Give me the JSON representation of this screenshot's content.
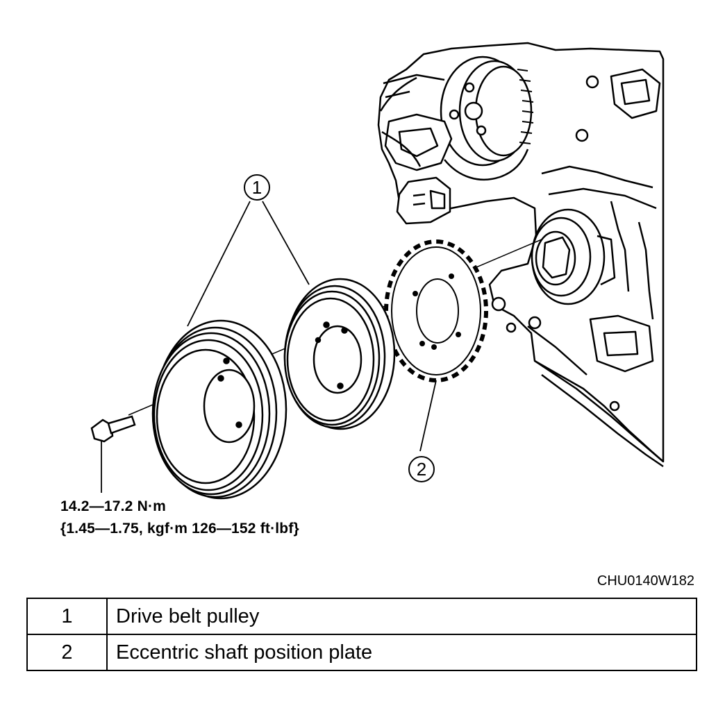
{
  "callouts": [
    {
      "number": "1"
    },
    {
      "number": "2"
    }
  ],
  "torque_spec": {
    "line1": "14.2—17.2 N·m",
    "line2": "{1.45—1.75, kgf·m 126—152 ft·lbf}"
  },
  "figure_code": "CHU0140W182",
  "legend": [
    {
      "number": "1",
      "description": "Drive belt pulley"
    },
    {
      "number": "2",
      "description": "Eccentric shaft position plate"
    }
  ]
}
